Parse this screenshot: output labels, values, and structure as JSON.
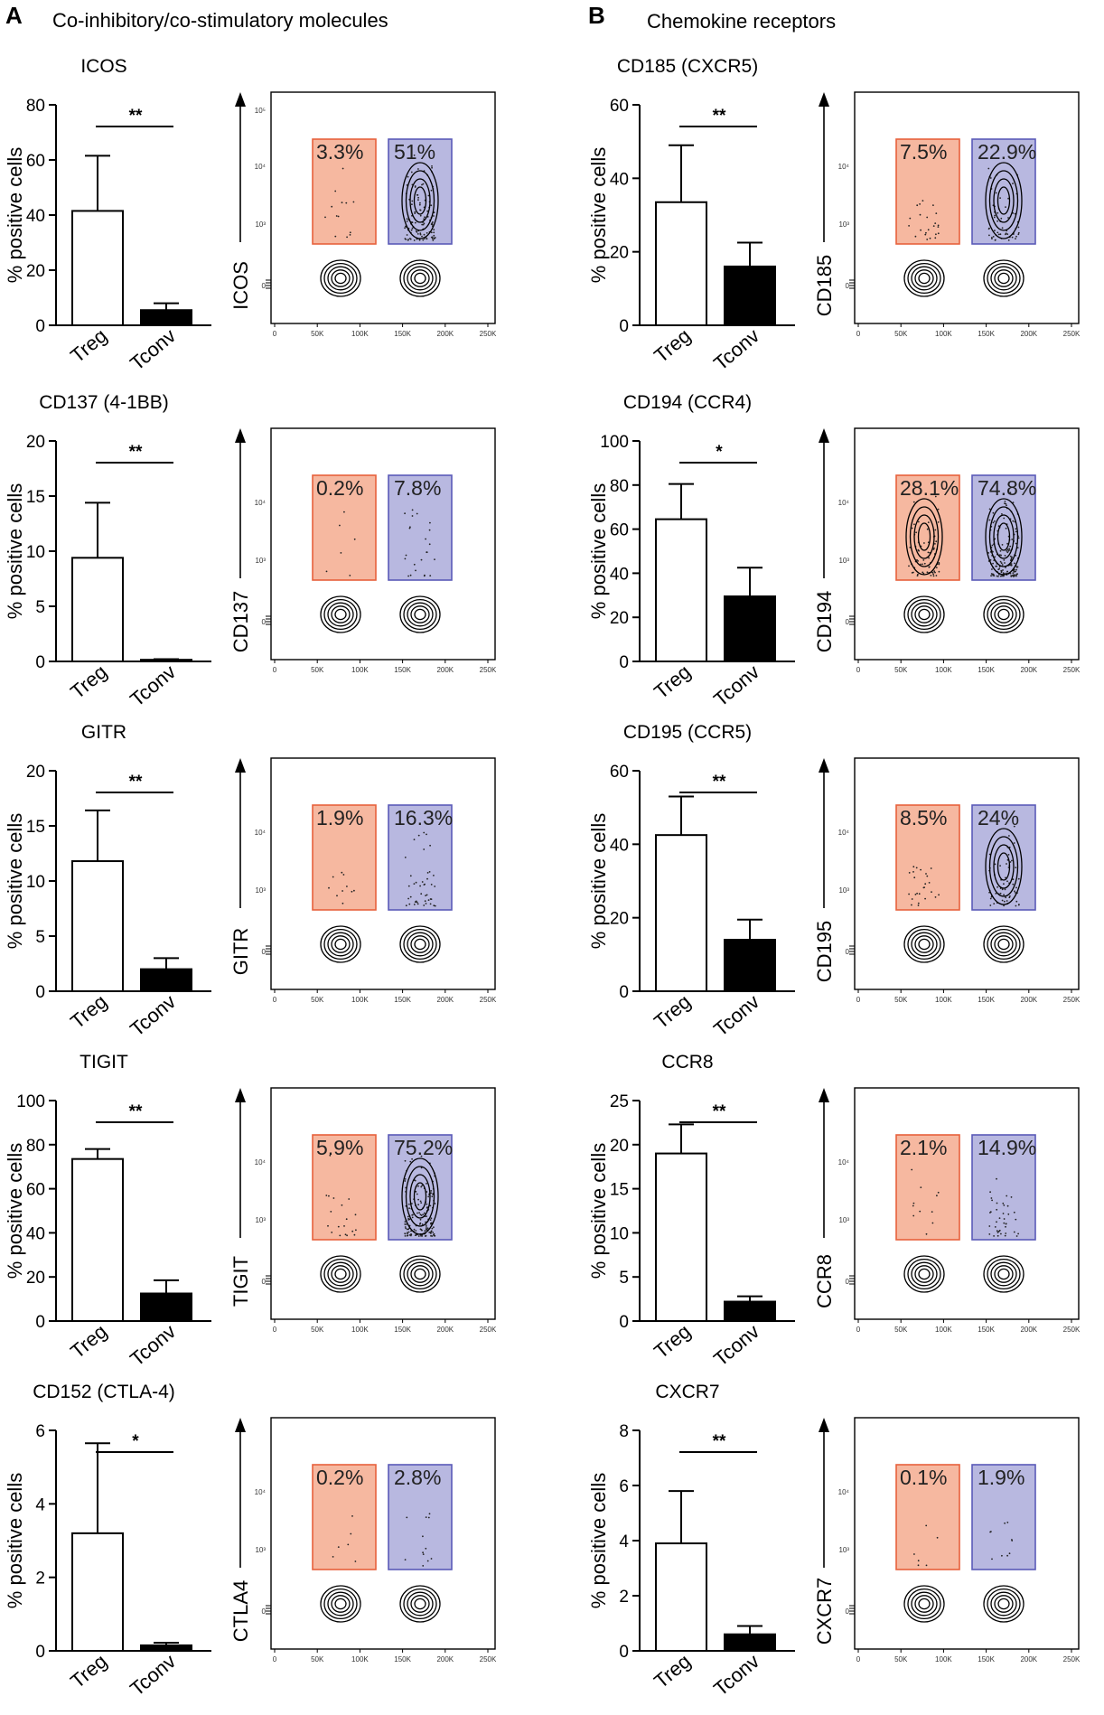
{
  "sections": [
    {
      "letter": "A",
      "title": "Co-inhibitory/co-stimulatory molecules"
    },
    {
      "letter": "B",
      "title": "Chemokine receptors"
    }
  ],
  "colors": {
    "treg_gate": "#e8603c",
    "treg_fill": "#f6b8a0",
    "tconv_gate": "#5a5ab8",
    "tconv_fill": "#b8b8e0",
    "tconv_bar": "#000000",
    "treg_bar": "#ffffff"
  },
  "flow_axes": {
    "x_ticks": [
      "0",
      "50K",
      "100K",
      "150K",
      "200K",
      "250K"
    ],
    "y_ticks": [
      "0",
      "10³",
      "10⁴",
      "10⁵"
    ]
  },
  "chart_data": [
    {
      "type": "bar",
      "title": "ICOS",
      "ylabel": "% positive cells",
      "categories": [
        "Treg",
        "Tconv"
      ],
      "values": [
        41.5,
        5.5
      ],
      "errors": [
        20,
        2.5
      ],
      "ylim": [
        0,
        80
      ],
      "yticks": [
        "0",
        "20",
        "40",
        "60",
        "80"
      ],
      "significance": "**",
      "flow": {
        "marker": "ICOS",
        "treg_pct": "3.3%",
        "tconv_pct": "51%",
        "y_ticks": [
          "0",
          "10³",
          "10⁴",
          "10⁵"
        ]
      }
    },
    {
      "type": "bar",
      "title": "CD137 (4-1BB)",
      "ylabel": "% positive cells",
      "categories": [
        "Treg",
        "Tconv"
      ],
      "values": [
        9.4,
        0.15
      ],
      "errors": [
        5,
        0.05
      ],
      "ylim": [
        0,
        20
      ],
      "yticks": [
        "0",
        "5",
        "10",
        "15",
        "20"
      ],
      "significance": "**",
      "flow": {
        "marker": "CD137",
        "treg_pct": "0.2%",
        "tconv_pct": "7.8%",
        "y_ticks": [
          "0",
          "10³",
          "10⁴"
        ]
      }
    },
    {
      "type": "bar",
      "title": "GITR",
      "ylabel": "% positive cells",
      "categories": [
        "Treg",
        "Tconv"
      ],
      "values": [
        11.8,
        2.0
      ],
      "errors": [
        4.6,
        1.0
      ],
      "ylim": [
        0,
        20
      ],
      "yticks": [
        "0",
        "5",
        "10",
        "15",
        "20"
      ],
      "significance": "**",
      "flow": {
        "marker": "GITR",
        "treg_pct": "1.9%",
        "tconv_pct": "16.3%",
        "y_ticks": [
          "0",
          "10³",
          "10⁴"
        ]
      }
    },
    {
      "type": "bar",
      "title": "TIGIT",
      "ylabel": "% positive cells",
      "categories": [
        "Treg",
        "Tconv"
      ],
      "values": [
        73.5,
        12.5
      ],
      "errors": [
        4.5,
        6
      ],
      "ylim": [
        0,
        100
      ],
      "yticks": [
        "0",
        "20",
        "40",
        "60",
        "80",
        "100"
      ],
      "significance": "**",
      "flow": {
        "marker": "TIGIT",
        "treg_pct": "5.9%",
        "tconv_pct": "75.2%",
        "y_ticks": [
          "0",
          "10³",
          "10⁴"
        ]
      }
    },
    {
      "type": "bar",
      "title": "CD152 (CTLA-4)",
      "ylabel": "% positive cells",
      "categories": [
        "Treg",
        "Tconv"
      ],
      "values": [
        3.2,
        0.15
      ],
      "errors": [
        2.45,
        0.07
      ],
      "ylim": [
        0,
        6
      ],
      "yticks": [
        "0",
        "2",
        "4",
        "6"
      ],
      "significance": "*",
      "flow": {
        "marker": "CTLA4",
        "treg_pct": "0.2%",
        "tconv_pct": "2.8%",
        "y_ticks": [
          "0",
          "10³",
          "10⁴"
        ]
      }
    },
    {
      "type": "bar",
      "title": "CD185 (CXCR5)",
      "ylabel": "% positive cells",
      "categories": [
        "Treg",
        "Tconv"
      ],
      "values": [
        33.5,
        16
      ],
      "errors": [
        15.5,
        6.5
      ],
      "ylim": [
        0,
        60
      ],
      "yticks": [
        "0",
        "20",
        "40",
        "60"
      ],
      "significance": "**",
      "flow": {
        "marker": "CD185",
        "treg_pct": "7.5%",
        "tconv_pct": "22.9%",
        "y_ticks": [
          "0",
          "10³",
          "10⁴"
        ]
      }
    },
    {
      "type": "bar",
      "title": "CD194 (CCR4)",
      "ylabel": "% positive cells",
      "categories": [
        "Treg",
        "Tconv"
      ],
      "values": [
        64.5,
        29.5
      ],
      "errors": [
        16,
        13
      ],
      "ylim": [
        0,
        100
      ],
      "yticks": [
        "0",
        "20",
        "40",
        "60",
        "80",
        "100"
      ],
      "significance": "*",
      "flow": {
        "marker": "CD194",
        "treg_pct": "28.1%",
        "tconv_pct": "74.8%",
        "y_ticks": [
          "0",
          "10³",
          "10⁴"
        ]
      }
    },
    {
      "type": "bar",
      "title": "CD195 (CCR5)",
      "ylabel": "% positive cells",
      "categories": [
        "Treg",
        "Tconv"
      ],
      "values": [
        42.5,
        14
      ],
      "errors": [
        10.5,
        5.5
      ],
      "ylim": [
        0,
        60
      ],
      "yticks": [
        "0",
        "20",
        "40",
        "60"
      ],
      "significance": "**",
      "flow": {
        "marker": "CD195",
        "treg_pct": "8.5%",
        "tconv_pct": "24%",
        "y_ticks": [
          "0",
          "10³",
          "10⁴"
        ]
      }
    },
    {
      "type": "bar",
      "title": "CCR8",
      "ylabel": "% positive cells",
      "categories": [
        "Treg",
        "Tconv"
      ],
      "values": [
        19,
        2.2
      ],
      "errors": [
        3.3,
        0.6
      ],
      "ylim": [
        0,
        25
      ],
      "yticks": [
        "0",
        "5",
        "10",
        "15",
        "20",
        "25"
      ],
      "significance": "**",
      "flow": {
        "marker": "CCR8",
        "treg_pct": "2.1%",
        "tconv_pct": "14.9%",
        "y_ticks": [
          "0",
          "10³",
          "10⁴"
        ]
      }
    },
    {
      "type": "bar",
      "title": "CXCR7",
      "ylabel": "% positive cells",
      "categories": [
        "Treg",
        "Tconv"
      ],
      "values": [
        3.9,
        0.6
      ],
      "errors": [
        1.9,
        0.3
      ],
      "ylim": [
        0,
        8
      ],
      "yticks": [
        "0",
        "2",
        "4",
        "6",
        "8"
      ],
      "significance": "**",
      "flow": {
        "marker": "CXCR7",
        "treg_pct": "0.1%",
        "tconv_pct": "1.9%",
        "y_ticks": [
          "0",
          "10³",
          "10⁴"
        ]
      }
    }
  ]
}
